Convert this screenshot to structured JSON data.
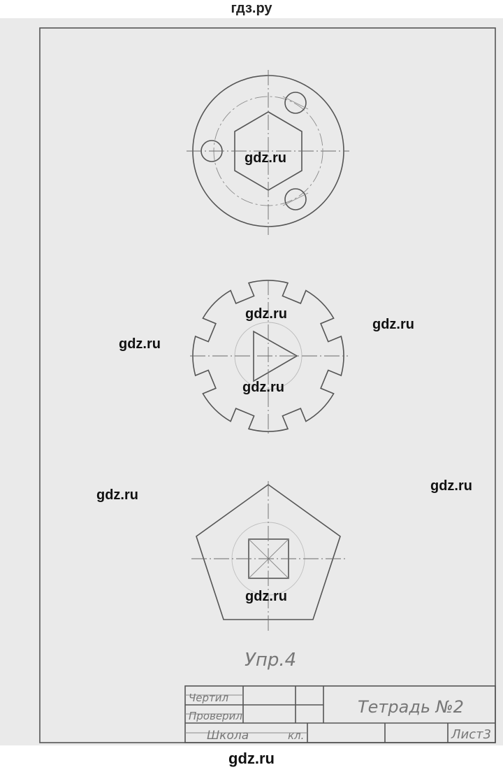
{
  "site_header": "гдз.ру",
  "site_footer": "gdz.ru",
  "watermark": "gdz.ru",
  "caption": "Упр.4",
  "title_block": {
    "drew_label": "Чертил",
    "checked_label": "Проверил",
    "school_label": "Школа",
    "class_label": "кл.",
    "notebook": "Тетрадь №2",
    "sheet": "Лист3"
  }
}
